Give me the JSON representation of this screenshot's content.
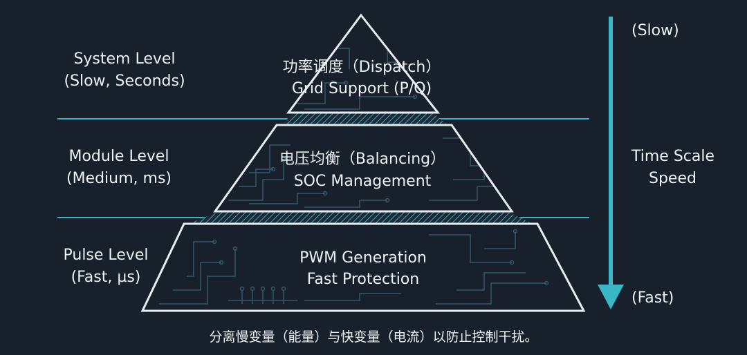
{
  "levels": [
    {
      "label": "System Level",
      "sublabel": "(Slow, Seconds)",
      "line1": "功率调度（Dispatch）",
      "line2": "Grid Support (P/Q)"
    },
    {
      "label": "Module Level",
      "sublabel": "(Medium, ms)",
      "line1": "电压均衡（Balancing）",
      "line2": "SOC Management"
    },
    {
      "label": "Pulse Level",
      "sublabel": "(Fast, µs)",
      "line1": "PWM Generation",
      "line2": "Fast Protection"
    }
  ],
  "axis": {
    "top_label": "(Slow)",
    "title_line1": "Time Scale",
    "title_line2": "Speed",
    "bottom_label": "(Fast)"
  },
  "footer": "分离慢变量（能量）与快变量（电流）以防止控制干扰。",
  "colors": {
    "background": "#17202b",
    "accent": "#39b7c4",
    "outline": "#e8edf2",
    "circuit": "#34586a"
  }
}
